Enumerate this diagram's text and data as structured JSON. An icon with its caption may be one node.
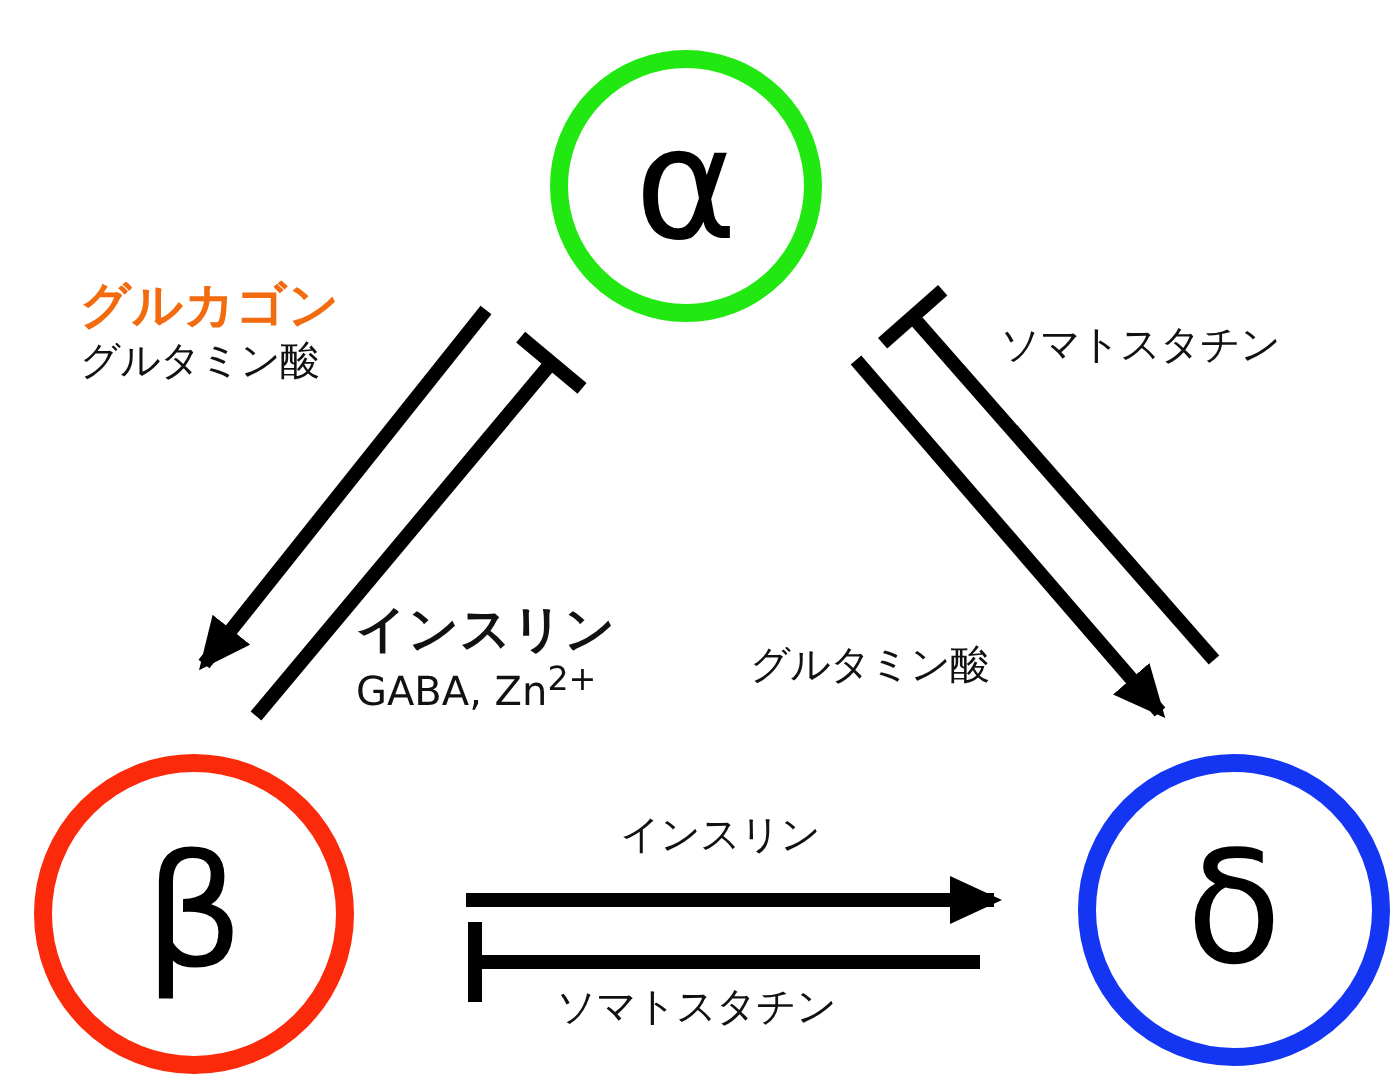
{
  "diagram": {
    "nodes": [
      {
        "text": [
          "α"
        ]
      },
      {
        "text": [
          "β"
        ]
      },
      {
        "text": [
          "δ"
        ]
      }
    ],
    "edges": [
      {
        "from": 0,
        "to": 1,
        "arrow": "to",
        "label": "**グルカゴン**グルタミン酸"
      },
      {
        "from": 1,
        "to": 0,
        "arrow": "other",
        "label": "**インスリン**GABA, Zn$^{2+}$"
      },
      {
        "from": 2,
        "to": 0,
        "arrow": "other",
        "label": "ソマトスタチン"
      },
      {
        "from": 0,
        "to": 2,
        "arrow": "to",
        "label": "グルタミン酸"
      },
      {
        "from": 1,
        "to": 2,
        "arrow": "to",
        "label": "インスリン"
      },
      {
        "from": 2,
        "to": 1,
        "arrow": "other",
        "label": "ソマトスタチン"
      }
    ]
  }
}
